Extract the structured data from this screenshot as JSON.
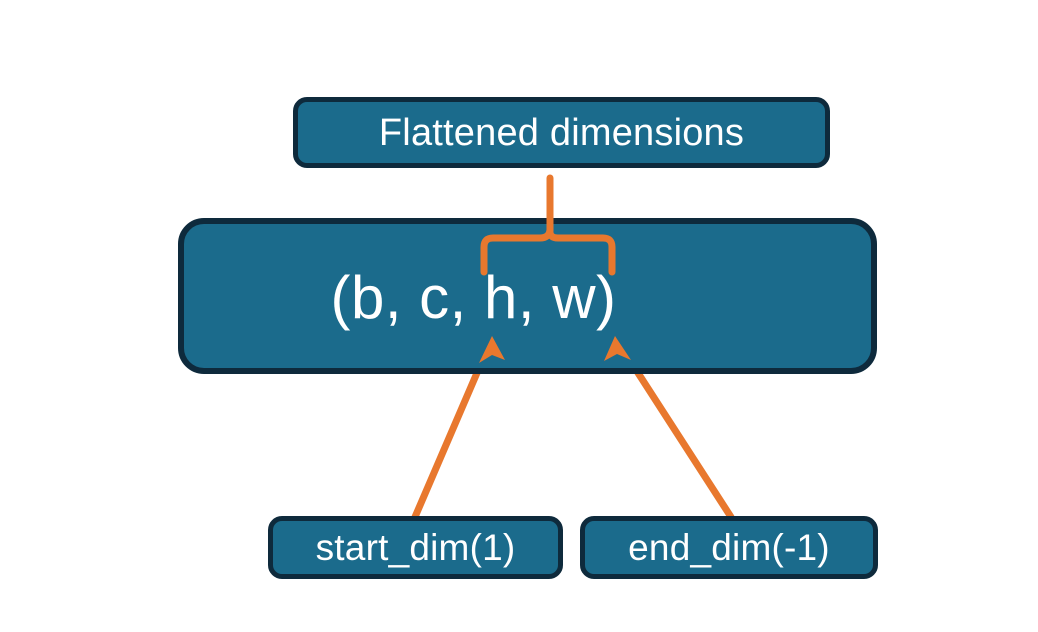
{
  "diagram": {
    "title_text": "Flattened dimensions",
    "background_color": "#ffffff",
    "node_fill_color": "#1b6b8c",
    "node_border_color": "#0e2a3c",
    "node_text_color": "#ffffff",
    "accent_color": "#e8782e",
    "nodes": {
      "flattened": {
        "label": "Flattened dimensions"
      },
      "shape": {
        "label": "(b, c, h, w)"
      },
      "start_dim": {
        "label": "start_dim(1)"
      },
      "end_dim": {
        "label": "end_dim(-1)"
      }
    },
    "connectors": {
      "brace": {
        "name": "curly-brace-flattened-range"
      },
      "start_arrow": {
        "name": "arrow-start-dim-to-shape"
      },
      "end_arrow": {
        "name": "arrow-end-dim-to-shape"
      }
    }
  }
}
